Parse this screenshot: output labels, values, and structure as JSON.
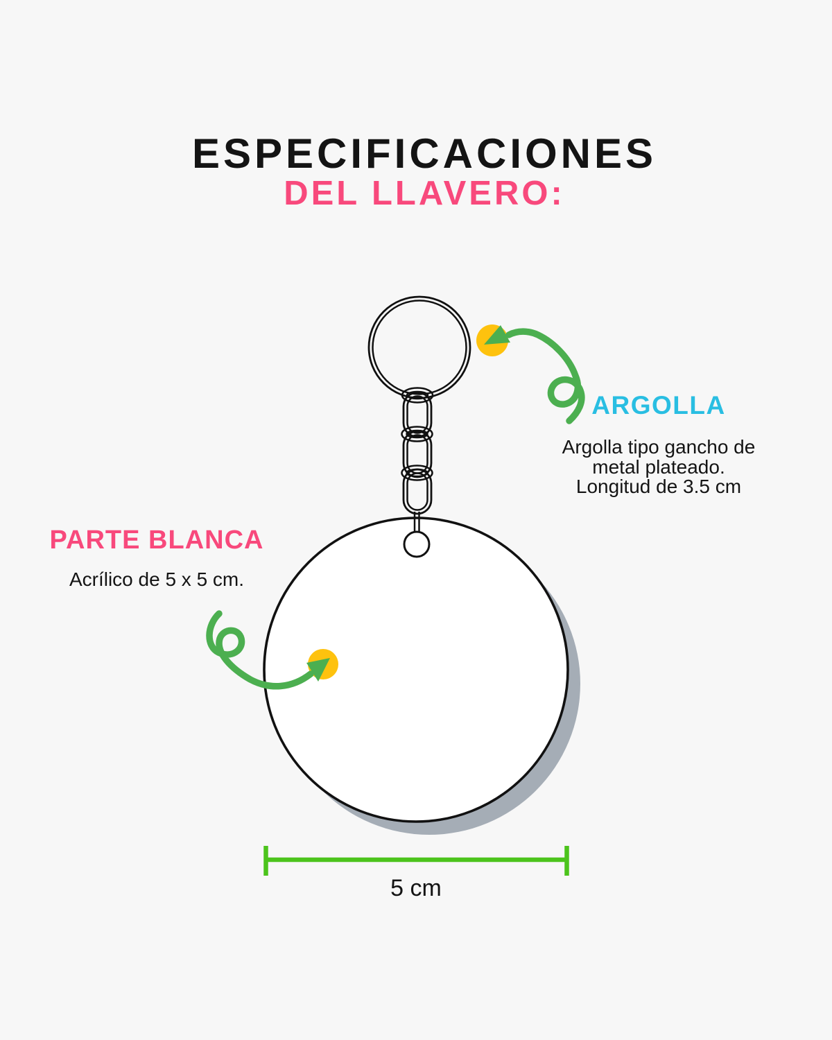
{
  "title": {
    "line1": "ESPECIFICACIONES",
    "line2": "DEL LLAVERO:"
  },
  "argolla": {
    "heading": "ARGOLLA",
    "description_lines": [
      "Argolla tipo gancho de",
      "metal plateado.",
      "Longitud de 3.5 cm"
    ]
  },
  "parte_blanca": {
    "heading": "PARTE BLANCA",
    "description": "Acrílico de 5 x 5 cm."
  },
  "measurement": {
    "label": "5 cm"
  },
  "colors": {
    "background": "#f7f7f7",
    "ink": "#141414",
    "pink": "#f8497c",
    "cyan": "#29bee2",
    "green_arrow": "#4caf50",
    "green_measure": "#4cc41c",
    "yellow": "#fec20e",
    "disc_shadow": "#a5adb6",
    "disc_white": "#ffffff",
    "line_black": "#111111"
  }
}
